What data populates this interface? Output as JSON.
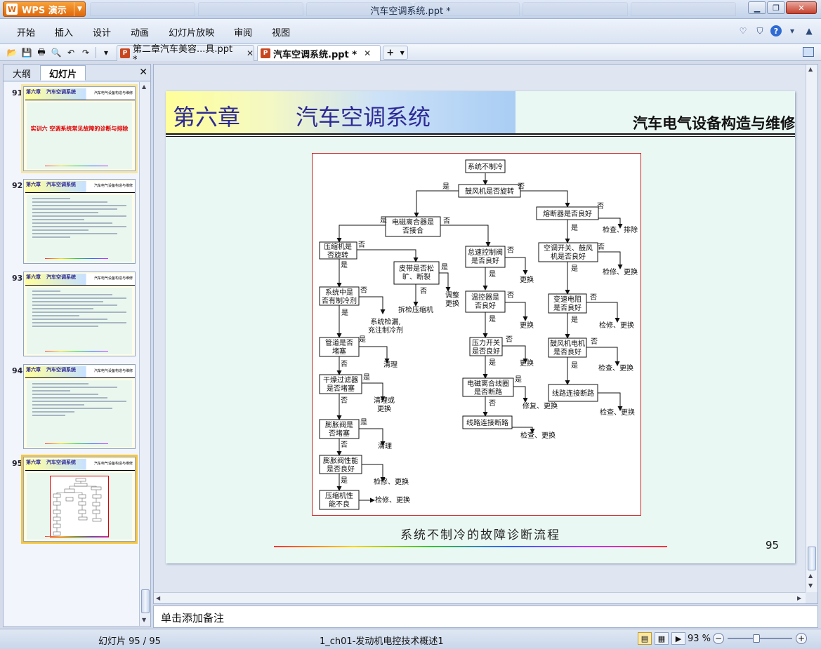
{
  "app": {
    "button_label": "WPS 演示",
    "window_title": "汽车空调系统.ppt *",
    "window_controls": [
      "minimize-icon",
      "restore-icon",
      "close-icon"
    ]
  },
  "menu": {
    "items": [
      "开始",
      "插入",
      "设计",
      "动画",
      "幻灯片放映",
      "审阅",
      "视图"
    ]
  },
  "doc_tabs": [
    {
      "label": "第二章汽车美容...具.ppt *",
      "active": false
    },
    {
      "label": "汽车空调系统.ppt *",
      "active": true
    }
  ],
  "left_panel": {
    "tabs": [
      "大纲",
      "幻灯片"
    ],
    "active_tab": "幻灯片",
    "thumbs": [
      {
        "number": "91",
        "title_a": "第六章",
        "title_b": "汽车空调系统",
        "subtitle": "汽车电气设备构造与维修",
        "red_text": "实训六  空调系统常见故障的诊断与排除",
        "selected": false
      },
      {
        "number": "92",
        "title_a": "第六章",
        "title_b": "汽车空调系统",
        "subtitle": "汽车电气设备构造与维修",
        "selected": false
      },
      {
        "number": "93",
        "title_a": "第六章",
        "title_b": "汽车空调系统",
        "subtitle": "汽车电气设备构造与维修",
        "selected": false
      },
      {
        "number": "94",
        "title_a": "第六章",
        "title_b": "汽车空调系统",
        "subtitle": "汽车电气设备构造与维修",
        "selected": false
      },
      {
        "number": "95",
        "title_a": "第六章",
        "title_b": "汽车空调系统",
        "subtitle": "汽车电气设备构造与维修",
        "selected": true
      }
    ]
  },
  "slide": {
    "chapter": "第六章",
    "title": "汽车空调系统",
    "subtitle": "汽车电气设备构造与维修",
    "caption": "系统不制冷的故障诊断流程",
    "page_number": "95",
    "flow": {
      "start": "系统不制冷",
      "q_blower": "鼓风机是否旋转",
      "q_clutch": [
        "电磁离合器是",
        "否接合"
      ],
      "q_compressor": [
        "压缩机是",
        "否旋转"
      ],
      "q_belt": [
        "皮带是否松",
        "旷、断裂"
      ],
      "a_belt_yes": [
        "调整",
        "更换"
      ],
      "a_belt_no": "拆检压缩机",
      "q_refrigerant": [
        "系统中是",
        "否有制冷剂"
      ],
      "a_refrigerant_no": [
        "系统检漏,",
        "充注制冷剂"
      ],
      "q_pipe": [
        "管道是否",
        "堵塞"
      ],
      "a_pipe_yes": "清理",
      "q_drier": [
        "干燥过滤器",
        "是否堵塞"
      ],
      "a_drier_yes": [
        "清理或",
        "更换"
      ],
      "q_exp": [
        "膨胀阀是",
        "否堵塞"
      ],
      "a_exp_yes": "清理",
      "q_exp_perf": [
        "膨胀阀性能",
        "是否良好"
      ],
      "a_exp_perf": "检修、更换",
      "r_compressor": [
        "压缩机性",
        "能不良"
      ],
      "a_compressor": "检修、更换",
      "q_idle": [
        "怠速控制阀",
        "是否良好"
      ],
      "a_idle": "更换",
      "q_thermo": [
        "温控器是",
        "否良好"
      ],
      "a_thermo": "更换",
      "q_pressure": [
        "压力开关",
        "是否良好"
      ],
      "a_pressure": "更换",
      "q_coil": [
        "电磁离合线圈",
        "是否断路"
      ],
      "a_coil": "修复、更换",
      "r_line_mid": "线路连接断路",
      "a_line_mid": "检查、更换",
      "q_fuse": "熔断器是否良好",
      "a_fuse": "检查、排除",
      "q_switch": [
        "空调开关、鼓风",
        "机是否良好"
      ],
      "a_switch": "检修、更换",
      "q_resistor": [
        "变速电阻",
        "是否良好"
      ],
      "a_resistor": "检修、更换",
      "q_motor": [
        "鼓风机电机",
        "是否良好"
      ],
      "a_motor": "检查、更换",
      "r_line_right": "线路连接断路",
      "a_line_right": "检查、更换",
      "yes": "是",
      "no": "否"
    }
  },
  "notes_placeholder": "单击添加备注",
  "status": {
    "slide_info": "幻灯片 95 / 95",
    "theme": "1_ch01-发动机电控技术概述1",
    "zoom": "93 %",
    "zoom_level": 0.5
  }
}
